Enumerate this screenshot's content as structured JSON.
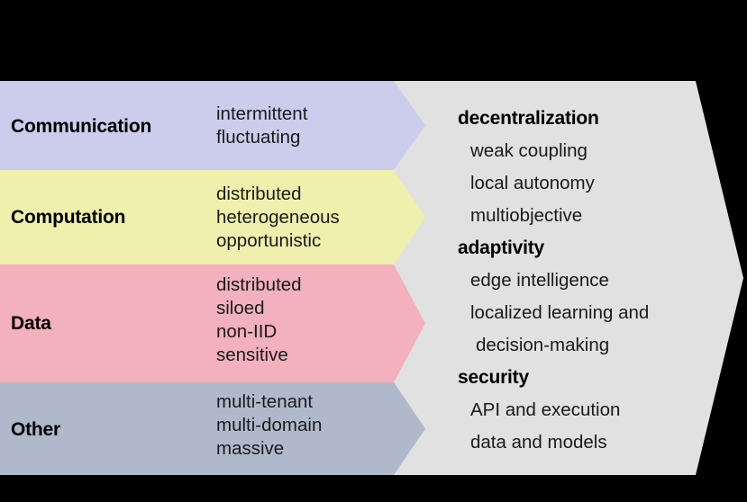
{
  "figure": {
    "background_color": "#000000",
    "panel_color": "#E1E1E1",
    "type": "arrow-band-diagram"
  },
  "bands": [
    {
      "title": "Communication",
      "color": "#CCCCEC",
      "attributes": [
        "intermittent",
        "fluctuating"
      ]
    },
    {
      "title": "Computation",
      "color": "#EFEFAE",
      "attributes": [
        "distributed",
        "heterogeneous",
        "opportunistic"
      ]
    },
    {
      "title": "Data",
      "color": "#F3B0BD",
      "attributes": [
        "distributed",
        "siloed",
        "non-IID",
        "sensitive"
      ]
    },
    {
      "title": "Other",
      "color": "#B0B9CC",
      "attributes": [
        "multi-tenant",
        "multi-domain",
        "massive"
      ]
    }
  ],
  "outcomes": [
    {
      "heading": "decentralization",
      "items": [
        "weak coupling",
        "local autonomy",
        "multiobjective"
      ]
    },
    {
      "heading": "adaptivity",
      "items": [
        "edge intelligence",
        "localized learning and",
        "decision-making"
      ]
    },
    {
      "heading": "security",
      "items": [
        "API and execution",
        "data and models"
      ]
    }
  ]
}
